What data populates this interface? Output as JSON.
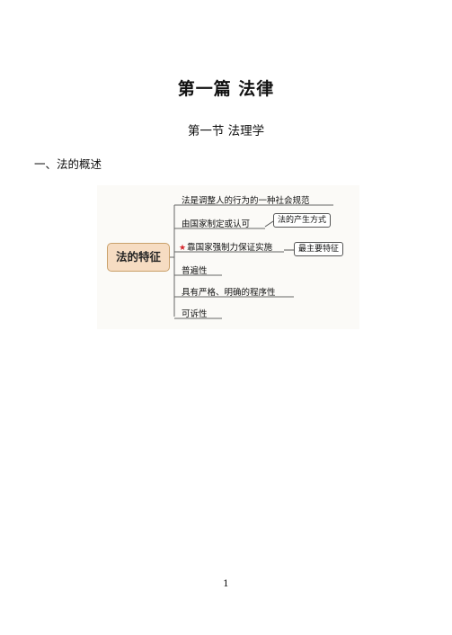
{
  "document": {
    "chapter_title": "第一篇  法律",
    "section_title": "第一节  法理学",
    "subsection_title": "一、法的概述",
    "page_number": "1"
  },
  "mindmap": {
    "root": "法的特征",
    "branches": [
      {
        "label": "法是调整人的行为的一种社会规范",
        "starred": false
      },
      {
        "label": "由国家制定或认可",
        "starred": false,
        "callout": "法的产生方式"
      },
      {
        "label": "靠国家强制力保证实施",
        "starred": true,
        "callout": "最主要特征"
      },
      {
        "label": "普遍性",
        "starred": false
      },
      {
        "label": "具有严格、明确的程序性",
        "starred": false
      },
      {
        "label": "可诉性",
        "starred": false
      }
    ],
    "star_symbol": "★",
    "colors": {
      "root_fill": "#f6dcc2",
      "root_border": "#c9a06a",
      "star": "#d6262b"
    }
  }
}
